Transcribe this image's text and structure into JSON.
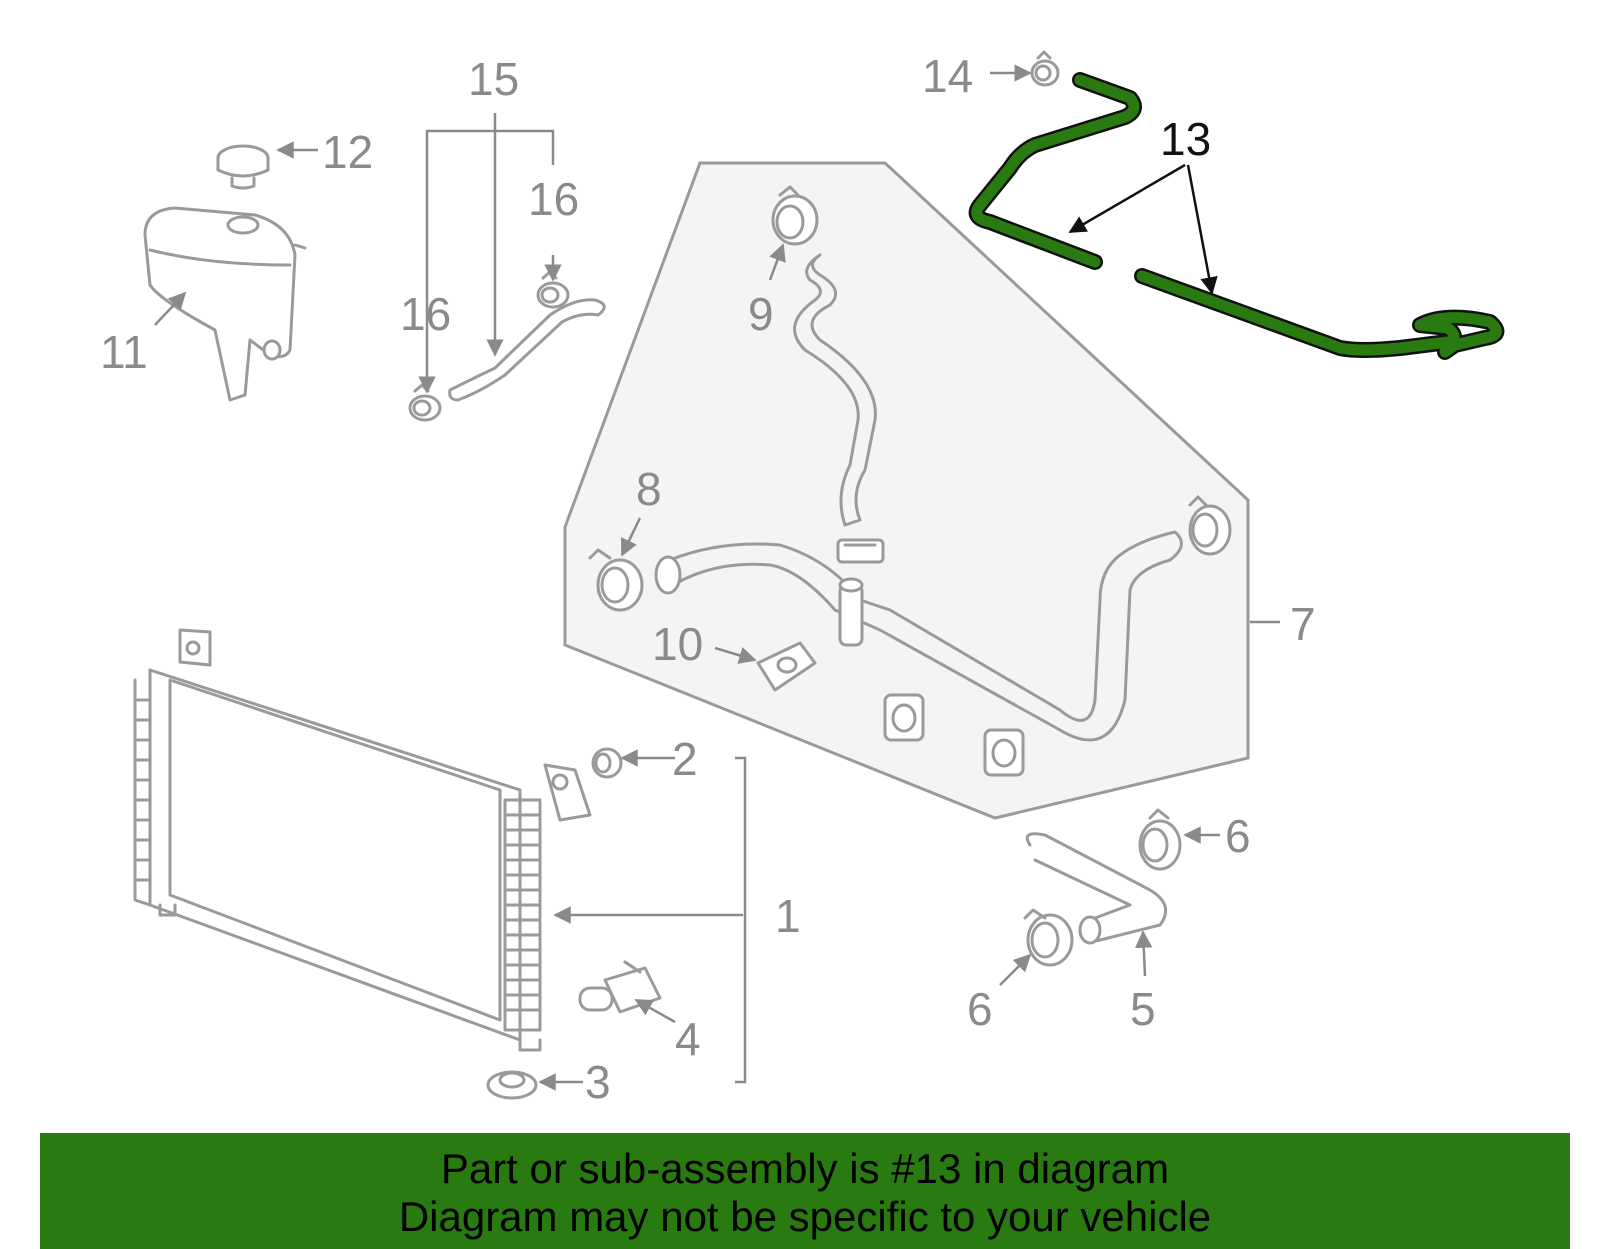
{
  "callouts": {
    "c1": "1",
    "c2": "2",
    "c3": "3",
    "c4": "4",
    "c5": "5",
    "c6a": "6",
    "c6b": "6",
    "c7": "7",
    "c8": "8",
    "c9": "9",
    "c10": "10",
    "c11": "11",
    "c12": "12",
    "c13": "13",
    "c14": "14",
    "c15": "15",
    "c16a": "16",
    "c16b": "16"
  },
  "highlight_color": "#2a7a12",
  "banner": {
    "line1": "Part or sub-assembly is #13 in diagram",
    "line2": "Diagram may not be specific to your vehicle"
  }
}
